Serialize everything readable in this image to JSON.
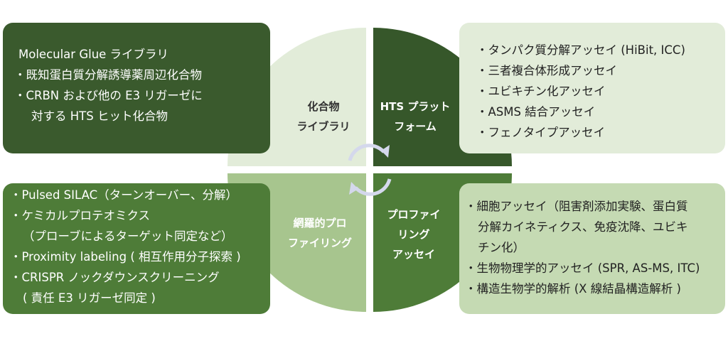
{
  "quadrants": {
    "top_left": {
      "label_lines": [
        "化合物",
        "ライブラリ"
      ],
      "color": "#e2ecd9"
    },
    "top_right": {
      "label_lines": [
        "HTS プラット",
        "フォーム"
      ],
      "color": "#36572a"
    },
    "bottom_left": {
      "label_lines": [
        "網羅的プロ",
        "ファイリング"
      ],
      "color": "#a7c58e"
    },
    "bottom_right": {
      "label_lines": [
        "プロファイ",
        "リング",
        "アッセイ"
      ],
      "color": "#4e7c38"
    }
  },
  "boxes": {
    "top_left": [
      "Molecular Glue ライブラリ",
      "・既知蛋白質分解誘導薬周辺化合物",
      "・CRBN および他の E3 リガーゼに",
      "対する HTS ヒット化合物"
    ],
    "top_right": [
      "・タンパク質分解アッセイ (HiBit, ICC)",
      "・三者複合体形成アッセイ",
      "・ユビキチン化アッセイ",
      "・ASMS 結合アッセイ",
      "・フェノタイプアッセイ"
    ],
    "bottom_left": [
      "・Pulsed SILAC（ターンオーバー、分解）",
      "・ケミカルプロテオミクス",
      "（プローブによるターゲット同定など）",
      "・Proximity labeling ( 相互作用分子探索 )",
      "・CRISPR ノックダウンスクリーニング",
      "( 責任 E3 リガーゼ同定 )"
    ],
    "bottom_right": [
      "・細胞アッセイ（阻害剤添加実験、蛋白質",
      "分解カイネティクス、免疫沈降、ユビキ",
      "チン化）",
      "・生物物理学的アッセイ (SPR, AS-MS, ITC)",
      "・構造生物学的解析 (X 線結晶構造解析 )"
    ]
  },
  "icons": [
    "cycle-arrows-icon"
  ]
}
